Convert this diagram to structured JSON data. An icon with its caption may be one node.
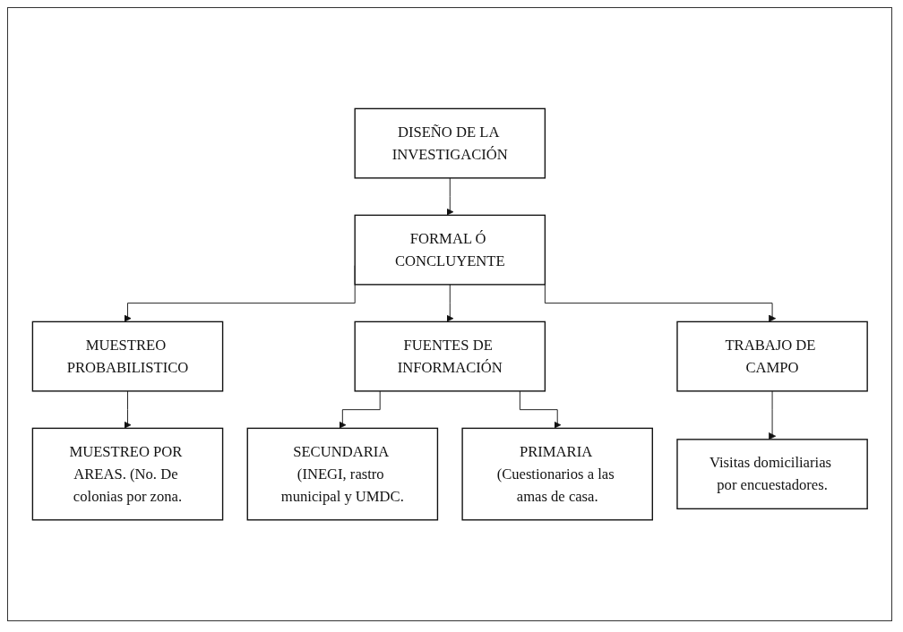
{
  "diagram": {
    "nodes": [
      {
        "text": [
          "DISEÑO DE LA INVESTIGACIÓN"
        ]
      },
      {
        "text": [
          "FORMAL Ó CONCLUYENTE"
        ]
      },
      {
        "text": [
          "MUESTREO PROBABILISTICO"
        ]
      },
      {
        "text": [
          "FUENTES DE INFORMACIÓN"
        ]
      },
      {
        "text": [
          "TRABAJO DE CAMPO"
        ]
      },
      {
        "text": [
          "MUESTREO POR AREAS. (No. De colonias por zona."
        ]
      },
      {
        "text": [
          "SECUNDARIA (INEGI, rastro municipal y UMDC."
        ]
      },
      {
        "text": [
          "PRIMARIA (Cuestionarios a las amas de casa."
        ]
      },
      {
        "text": [
          "Visitas domiciliarias por encuestadores."
        ]
      }
    ],
    "edges": [
      {
        "from": 0,
        "to": 1,
        "arrow": "to"
      },
      {
        "from": 1,
        "to": 2,
        "arrow": "to"
      },
      {
        "from": 1,
        "to": 3,
        "arrow": "to"
      },
      {
        "from": 1,
        "to": 4,
        "arrow": "to"
      },
      {
        "from": 2,
        "to": 5,
        "arrow": "to"
      },
      {
        "from": 3,
        "to": 6,
        "arrow": "to"
      },
      {
        "from": 3,
        "to": 7,
        "arrow": "to"
      },
      {
        "from": 4,
        "to": 8,
        "arrow": "to"
      }
    ]
  }
}
